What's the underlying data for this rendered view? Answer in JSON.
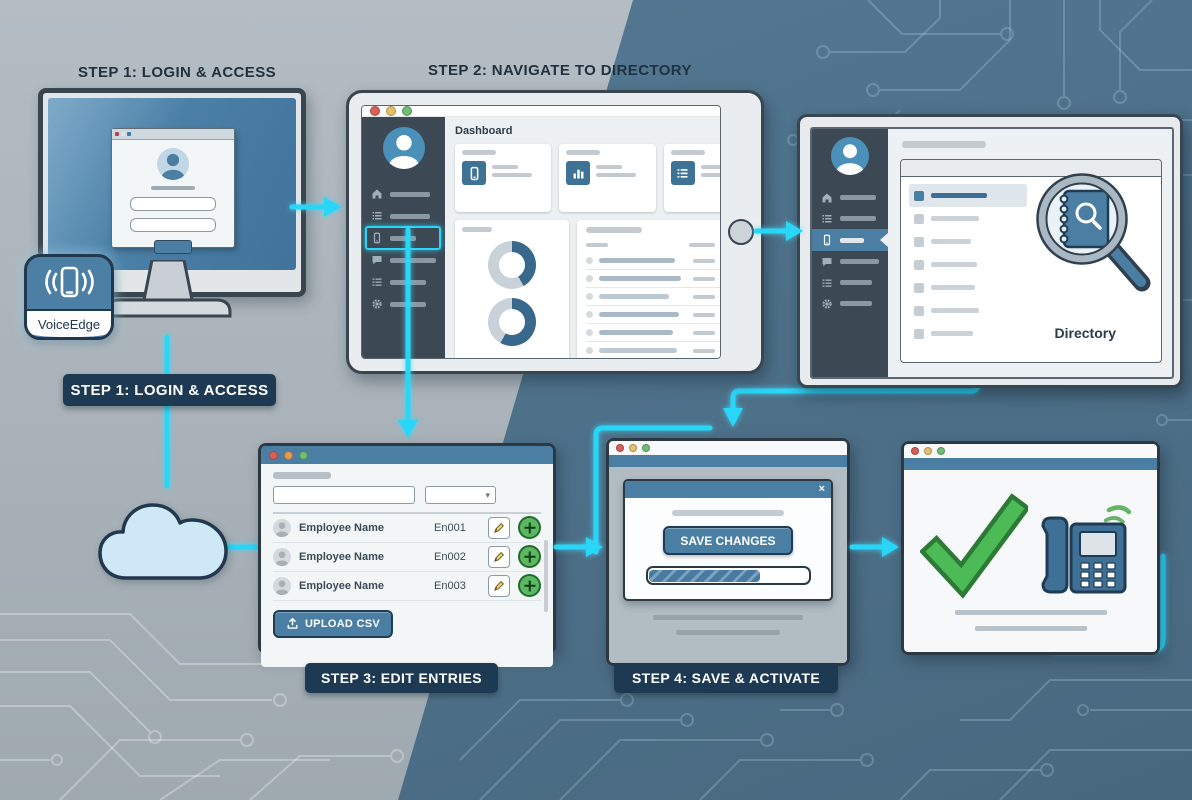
{
  "colors": {
    "accent_cyan": "#29D6F8",
    "navy_badge": "#1D3A52",
    "chrome_blue": "#4A7EA3",
    "success_green": "#4CAF50"
  },
  "headings": {
    "step1_top": "STEP 1: LOGIN & ACCESS",
    "step2_top": "STEP 2: NAVIGATE TO DIRECTORY"
  },
  "badges": {
    "step1": "STEP 1: LOGIN & ACCESS",
    "step3": "STEP 3: EDIT ENTRIES",
    "step4": "STEP 4: SAVE & ACTIVATE"
  },
  "app": {
    "name": "VoiceEdge"
  },
  "tablet": {
    "dashboard_title": "Dashboard",
    "donuts": [
      {
        "fraction": 42
      },
      {
        "fraction": 58
      }
    ]
  },
  "directory": {
    "label": "Directory"
  },
  "step3": {
    "rows": [
      {
        "name": "Employee Name",
        "id": "En001"
      },
      {
        "name": "Employee Name",
        "id": "En002"
      },
      {
        "name": "Employee Name",
        "id": "En003"
      }
    ],
    "upload_label": "UPLOAD CSV",
    "dropdown_chevron": "▾"
  },
  "step4": {
    "save_label": "SAVE CHANGES",
    "close": "×",
    "progress_percent": 70
  }
}
